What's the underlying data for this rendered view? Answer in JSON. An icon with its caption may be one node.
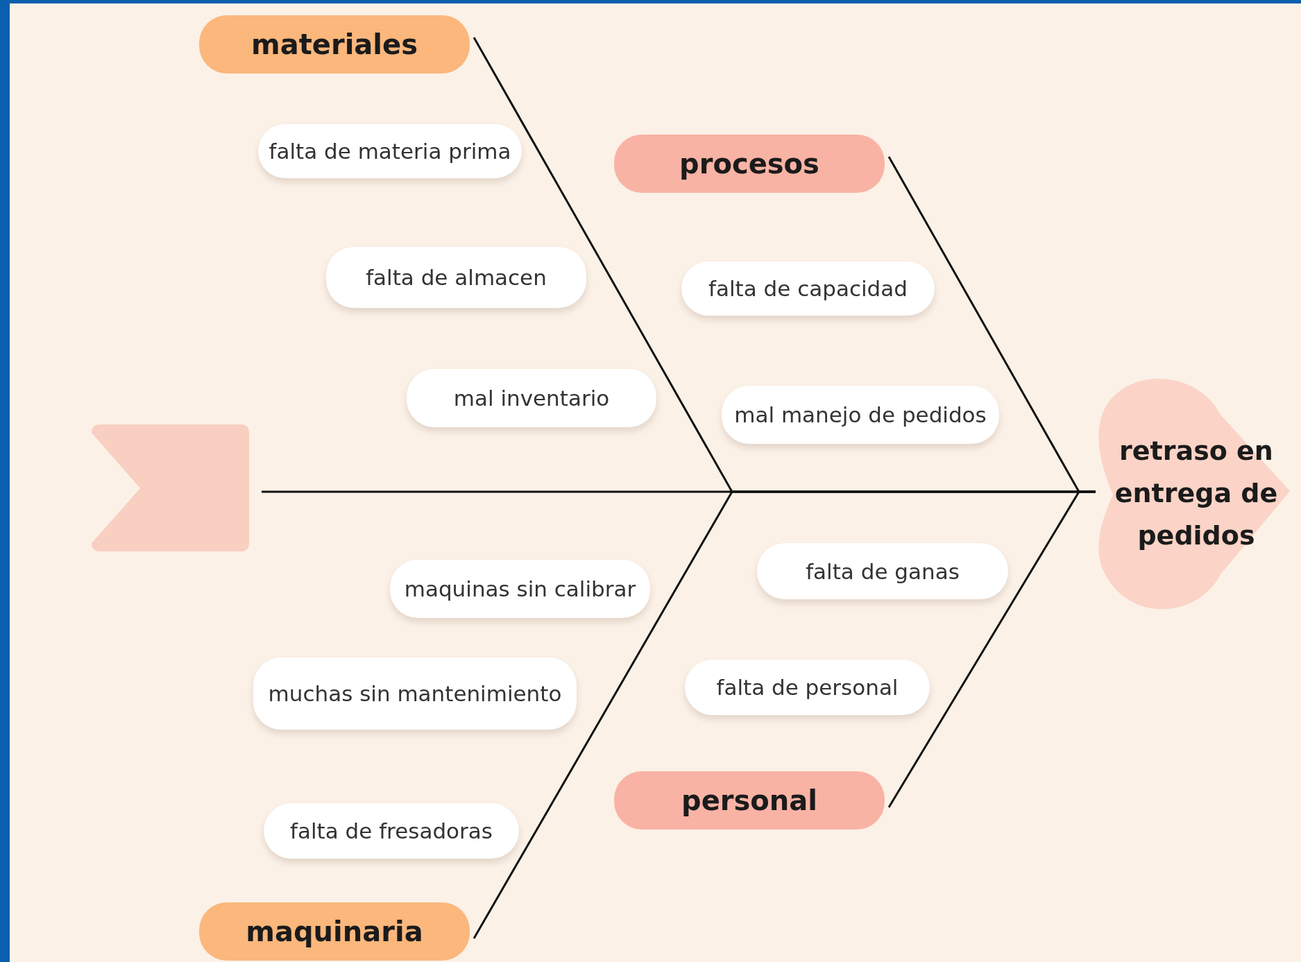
{
  "diagram": {
    "nodes": [
      {
        "text": [
          "materiales"
        ]
      },
      {
        "text": [
          "falta de materia prima"
        ]
      },
      {
        "text": [
          "falta de almacen"
        ]
      },
      {
        "text": [
          "mal inventario"
        ]
      },
      {
        "text": [
          "procesos"
        ]
      },
      {
        "text": [
          "falta de capacidad"
        ]
      },
      {
        "text": [
          "mal manejo de pedidos"
        ]
      },
      {
        "text": [
          "retraso en entrega de pedidos"
        ]
      },
      {
        "text": [],
        "shape": "bar"
      },
      {
        "text": [
          "maquinas sin calibrar"
        ]
      },
      {
        "text": [
          "muchas sin mantenimiento"
        ]
      },
      {
        "text": [
          "falta de fresadoras"
        ]
      },
      {
        "text": [
          "maquinaria"
        ]
      },
      {
        "text": [
          "falta de ganas"
        ]
      },
      {
        "text": [
          "falta de personal"
        ]
      },
      {
        "text": [
          "personal"
        ]
      }
    ],
    "edges": [
      {
        "from": 8,
        "to": 7,
        "arrow": "none"
      },
      {
        "from": 0,
        "to": 7,
        "arrow": "none"
      },
      {
        "from": 4,
        "to": 7,
        "arrow": "none"
      },
      {
        "from": 12,
        "to": 7,
        "arrow": "none"
      },
      {
        "from": 15,
        "to": 7,
        "arrow": "none"
      }
    ]
  }
}
